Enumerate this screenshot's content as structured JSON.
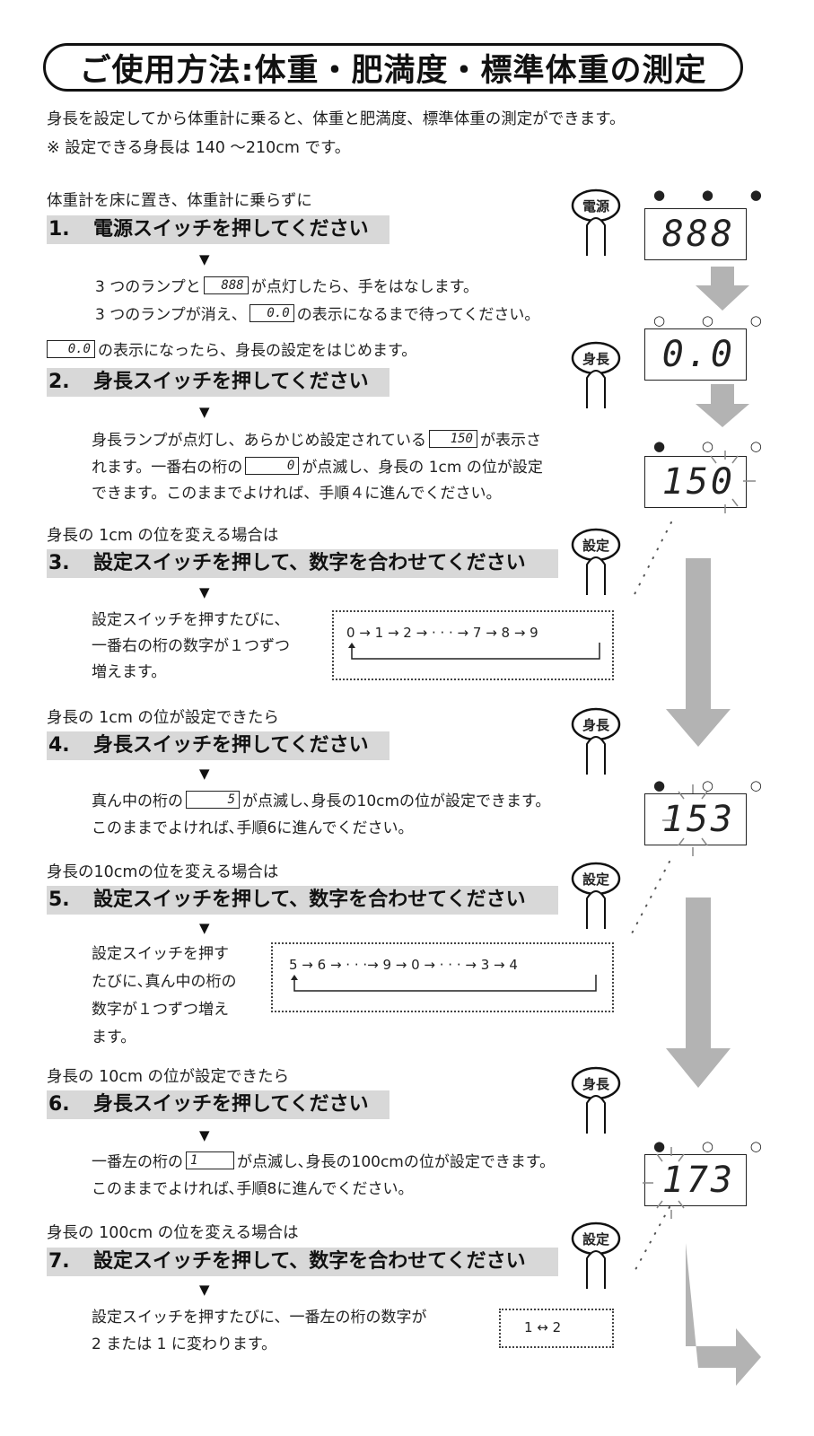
{
  "title": "ご使用方法:体重・肥満度・標準体重の測定",
  "intro": {
    "line1": "身長を設定してから体重計に乗ると、体重と肥満度、標準体重の測定ができます。",
    "line2": "※ 設定できる身長は 140 〜210cm です。"
  },
  "step1": {
    "pre": "体重計を床に置き、体重計に乗らずに",
    "num": "1.",
    "title": "電源スイッチを押してください",
    "a_1": "3 つのランプと",
    "a_seg": "888",
    "a_2": "が点灯したら、手をはなします。",
    "b_1": "3 つのランプが消え、",
    "b_seg": "0.0",
    "b_2": "の表示になるまで待ってください。",
    "button": "電源"
  },
  "step2": {
    "pre_seg": "0.0",
    "pre": "の表示になったら、身長の設定をはじめます。",
    "num": "2.",
    "title": "身長スイッチを押してください",
    "a_1": "身長ランプが点灯し、あらかじめ設定されている",
    "a_seg": "150",
    "a_2": "が表示さ",
    "b_1": "れます。一番右の桁の",
    "b_seg": "0",
    "b_2": "が点滅し、身長の 1cm の位が設定",
    "c": "できます。このままでよければ、手順４に進んでください。",
    "button": "身長"
  },
  "step3": {
    "pre": "身長の 1cm の位を変える場合は",
    "num": "3.",
    "title": "設定スイッチを押して、数字を合わせてください",
    "a": "設定スイッチを押すたびに、",
    "b": "一番右の桁の数字が１つずつ",
    "c": "増えます。",
    "seq": "0 → 1 → 2 →  · · · → 7 → 8 → 9",
    "button": "設定"
  },
  "step4": {
    "pre": "身長の 1cm の位が設定できたら",
    "num": "4.",
    "title": "身長スイッチを押してください",
    "a_1": "真ん中の桁の",
    "a_seg": "5",
    "a_2": "が点滅し､身長の10cmの位が設定できます。",
    "b": "このままでよければ､手順6に進んでください。",
    "button": "身長"
  },
  "step5": {
    "pre": "身長の10cmの位を変える場合は",
    "num": "5.",
    "title": "設定スイッチを押して、数字を合わせてください",
    "a": "設定スイッチを押す",
    "b": "たびに､真ん中の桁の",
    "c": "数字が１つずつ増え",
    "d": "ます。",
    "seq": "5 → 6 →  · · ·→ 9 → 0 →  · · · → 3 → 4",
    "button": "設定"
  },
  "step6": {
    "pre": "身長の 10cm の位が設定できたら",
    "num": "6.",
    "title": "身長スイッチを押してください",
    "a_1": "一番左の桁の",
    "a_seg": "1",
    "a_2": "が点滅し､身長の100cmの位が設定できます。",
    "b": "このままでよければ､手順8に進んでください。",
    "button": "身長"
  },
  "step7": {
    "pre": "身長の 100cm の位を変える場合は",
    "num": "7.",
    "title": "設定スイッチを押して、数字を合わせてください",
    "a": "設定スイッチを押すたびに、一番左の桁の数字が",
    "b": "2 または 1 に変わります。",
    "seq": "1 ↔ 2",
    "button": "設定"
  },
  "displays": {
    "d1": {
      "lamps": "● ● ●",
      "digits": "888"
    },
    "d2": {
      "lamps": "○ ○ ○",
      "digits": "0.0"
    },
    "d3": {
      "lamps": "● ○ ○",
      "digits": "150"
    },
    "d4": {
      "lamps": "● ○ ○",
      "digits": "153"
    },
    "d5": {
      "lamps": "● ○ ○",
      "digits": "173"
    }
  },
  "symbols": {
    "triangle": "▼"
  }
}
